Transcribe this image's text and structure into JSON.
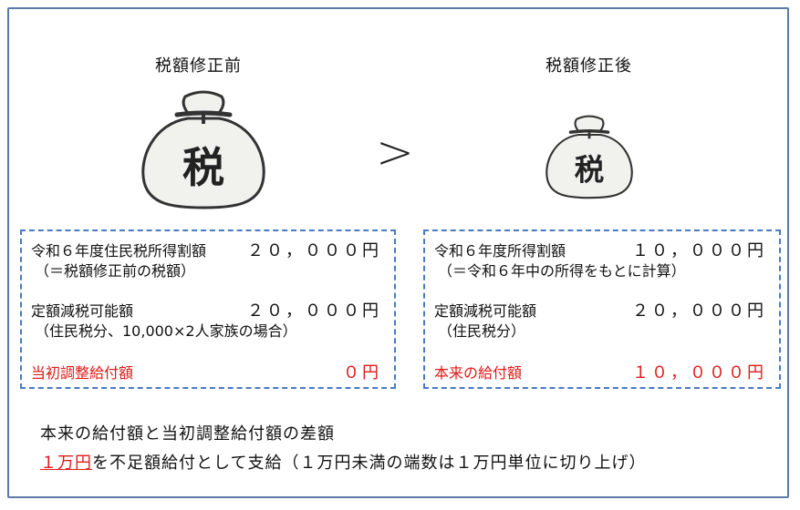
{
  "before": {
    "title": "税額修正前",
    "bag_label": "税",
    "line1_label": "令和６年度住民税所得割額",
    "line1_amount": "２０，０００円",
    "line1_note": "（＝税額修正前の税額）",
    "line2_label": "定額減税可能額",
    "line2_amount": "２０，０００円",
    "line2_note": "（住民税分、10,000×2人家族の場合）",
    "line3_label": "当初調整給付額",
    "line3_amount": "０円"
  },
  "comparison": ">",
  "after": {
    "title": "税額修正後",
    "bag_label": "税",
    "line1_label": "令和６年度所得割額",
    "line1_amount": "１０，０００円",
    "line1_note": "（＝令和６年中の所得をもとに計算）",
    "line2_label": "定額減税可能額",
    "line2_amount": "２０，０００円",
    "line2_note": "（住民税分）",
    "line3_label": "本来の給付額",
    "line3_amount": "１０，０００円"
  },
  "summary": {
    "line1": "本来の給付額と当初調整給付額の差額",
    "amount": "１万円",
    "line2_rest": "を不足額給付として支給（１万円未満の端数は１万円単位に切り上げ）"
  },
  "colors": {
    "frame": "#5b7aa8",
    "dashed_box": "#4a79c4",
    "bag_fill": "#f1f2ee",
    "highlight": "#e01a1a"
  },
  "icons": [
    "money-bag-icon"
  ]
}
